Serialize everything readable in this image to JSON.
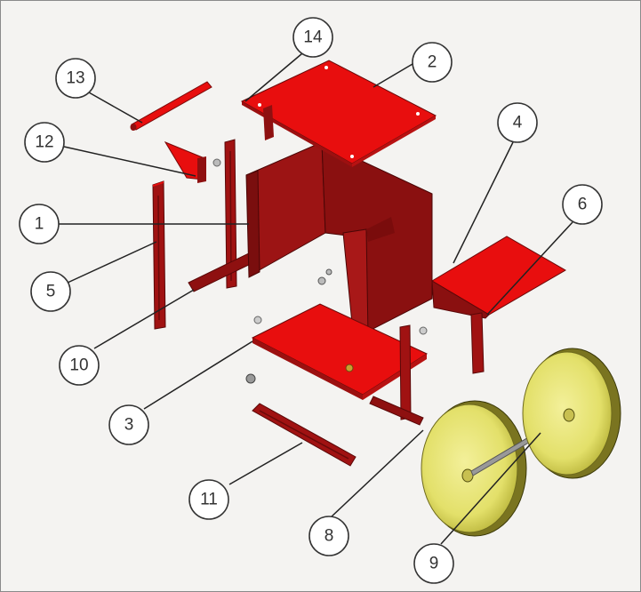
{
  "colors": {
    "part_red": "#e80e0e",
    "part_dark_red": "#8e1010",
    "part_shadow": "#5a0808",
    "wheel_yellow": "#e3e06a",
    "wheel_dark": "#6e6a1c",
    "background": "#f4f3f1"
  },
  "parts": [
    {
      "id": "1",
      "label": "1"
    },
    {
      "id": "2",
      "label": "2"
    },
    {
      "id": "3",
      "label": "3"
    },
    {
      "id": "4",
      "label": "4"
    },
    {
      "id": "5",
      "label": "5"
    },
    {
      "id": "6",
      "label": "6"
    },
    {
      "id": "8",
      "label": "8"
    },
    {
      "id": "9",
      "label": "9"
    },
    {
      "id": "10",
      "label": "10"
    },
    {
      "id": "11",
      "label": "11"
    },
    {
      "id": "12",
      "label": "12"
    },
    {
      "id": "13",
      "label": "13"
    },
    {
      "id": "14",
      "label": "14"
    }
  ]
}
